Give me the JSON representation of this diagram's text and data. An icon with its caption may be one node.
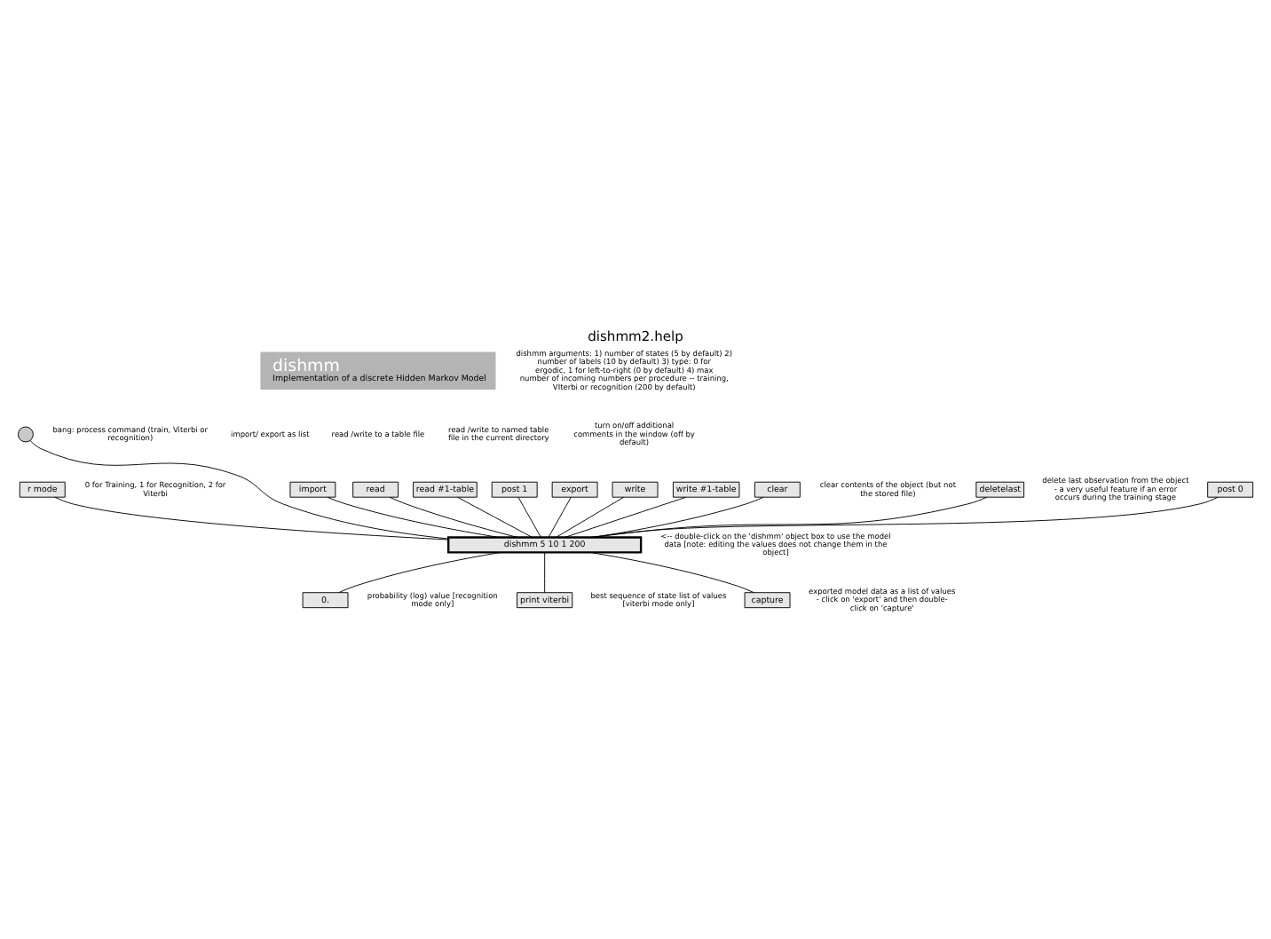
{
  "diagram": {
    "title": "dishmm2.help",
    "nodes": [
      {
        "text": [
          "dishmm",
          "Implementation of a discrete Hidden Markov Model"
        ]
      },
      {
        "text": [],
        "shape": "circle",
        "beside": [
          "bang: process command (train, Viterbi or recognition)"
        ]
      },
      {
        "text": [
          "import"
        ]
      },
      {
        "text": [
          "export"
        ]
      },
      {
        "text": [
          "read"
        ]
      },
      {
        "text": [
          "write"
        ]
      },
      {
        "text": [
          "read #1-table"
        ]
      },
      {
        "text": [
          "write #1-table"
        ]
      },
      {
        "text": [
          "clear"
        ],
        "beside": [
          "clear contents of the object (but not the stored file)"
        ]
      },
      {
        "text": [
          "deletelast"
        ],
        "beside": [
          "delete last observation from the object - a very useful feature if an error occurs during the training stage"
        ]
      },
      {
        "text": [
          "post 1"
        ]
      },
      {
        "text": [
          "post 0"
        ]
      },
      {
        "text": [
          "r mode"
        ],
        "beside": [
          "0 for Training, 1 for Recognition, 2 for Viterbi"
        ]
      },
      {
        "text": [
          "dishmm 5 10 1 200"
        ],
        "beside": [
          "<-- double-click on the 'dishmm' object box to use the model data [note: editing the values does not change them in the object]"
        ]
      },
      {
        "text": [
          "0."
        ],
        "beside": [
          "probability (log) value [recognition mode only]"
        ]
      },
      {
        "text": [
          "print viterbi"
        ],
        "beside": [
          "best sequence of state list of values [viterbi mode only]"
        ]
      },
      {
        "text": [
          "capture"
        ],
        "beside": [
          "exported model data as a list of values - click on 'export' and then double-click on 'capture'"
        ]
      }
    ],
    "edges": [
      {
        "from": 1,
        "to": 13,
        "arrow": "none"
      },
      {
        "from": 2,
        "to": 13,
        "arrow": "none"
      },
      {
        "from": 3,
        "to": 13,
        "arrow": "none"
      },
      {
        "from": 4,
        "to": 13,
        "arrow": "none"
      },
      {
        "from": 5,
        "to": 13,
        "arrow": "none"
      },
      {
        "from": 6,
        "to": 13,
        "arrow": "none"
      },
      {
        "from": 7,
        "to": 13,
        "arrow": "none"
      },
      {
        "from": 8,
        "to": 13,
        "arrow": "none"
      },
      {
        "from": 9,
        "to": 13,
        "arrow": "none"
      },
      {
        "from": 10,
        "to": 13,
        "arrow": "none"
      },
      {
        "from": 11,
        "to": 13,
        "arrow": "none"
      },
      {
        "from": 12,
        "to": 13,
        "arrow": "none"
      },
      {
        "from": 13,
        "to": 14,
        "arrow": "none"
      },
      {
        "from": 13,
        "to": 15,
        "arrow": "none"
      },
      {
        "from": 13,
        "to": 16,
        "arrow": "none"
      }
    ],
    "labels": [
      "dishmm arguments: 1) number of states (5 by default) 2) number of labels (10 by default) 3) type: 0 for ergodic, 1 for left-to-right (0 by default) 4) max number of incoming numbers per procedure -- training, VIterbi or recognition (200 by default)",
      "import/ export as list",
      "read /write to a table file",
      "read /write to named table file in the current directory",
      "turn on/off additional comments in the window (off by default)"
    ]
  }
}
